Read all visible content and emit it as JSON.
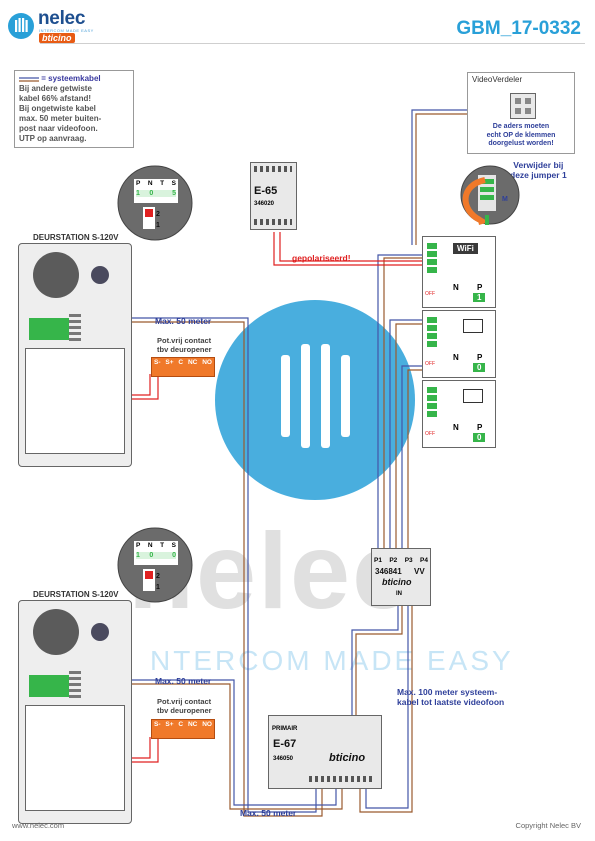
{
  "header": {
    "brand_name": "nelec",
    "brand_tagline": "INTERCOM MADE EASY",
    "brand_partner": "bticino",
    "document_number": "GBM_17-0332"
  },
  "legend": {
    "title": "= systeemkabel",
    "lines": [
      "Bij andere getwiste",
      "kabel 66% afstand!",
      "Bij ongetwiste kabel",
      "max. 50 meter buiten-",
      "post naar videofoon.",
      "UTP op aanvraag."
    ]
  },
  "video_splitter": {
    "title": "VideoVerdeler",
    "note_lines": [
      "De aders moeten",
      "echt OP de klemmen",
      "doorgelust worden!"
    ]
  },
  "jumper_note": {
    "lines": [
      "Verwijder bij",
      "deze jumper 1"
    ],
    "marker": "M"
  },
  "power_supply_e65": {
    "model": "E-65",
    "part_number": "346020"
  },
  "polarity_note": "gepolariseerd!",
  "door_station_top": {
    "title": "DEURSTATION S-120V",
    "jumper_labels": [
      "P",
      "N",
      "T",
      "S"
    ],
    "jumper_values": [
      "1",
      "0",
      "",
      "5"
    ],
    "switch_values": [
      "2",
      "1"
    ],
    "cable_note": "Max. 50 meter",
    "contact_note": [
      "Pot.vrij contact",
      "tbv deuropener"
    ],
    "relay_terminals": [
      "S-",
      "S+",
      "C",
      "NC",
      "NO"
    ]
  },
  "door_station_bottom": {
    "title": "DEURSTATION S-120V",
    "jumper_labels": [
      "P",
      "N",
      "T",
      "S"
    ],
    "jumper_values": [
      "1",
      "0",
      "",
      "0"
    ],
    "switch_values": [
      "2",
      "1"
    ],
    "cable_note": "Max. 50 meter",
    "contact_note": [
      "Pot.vrij contact",
      "tbv deuropener"
    ],
    "relay_terminals": [
      "S-",
      "S+",
      "C",
      "NC",
      "NO"
    ]
  },
  "monitors": [
    {
      "n_value": "",
      "p_value": "1",
      "badge": "WiFi",
      "off_label": "OFF"
    },
    {
      "n_value": "",
      "p_value": "0",
      "badge": "",
      "off_label": "OFF"
    },
    {
      "n_value": "",
      "p_value": "0",
      "badge": "",
      "off_label": "OFF"
    }
  ],
  "monitor_headers": [
    "N",
    "P"
  ],
  "distributor": {
    "ports": [
      "P1",
      "P2",
      "P3",
      "P4"
    ],
    "part_number": "346841",
    "suffix": "VV",
    "brand": "bticino",
    "input": "IN"
  },
  "power_supply_e67": {
    "top_label": "PRIMAIR",
    "model": "E-67",
    "part_number": "346050",
    "brand": "bticino"
  },
  "notes": {
    "max_100": [
      "Max. 100 meter systeem-",
      "kabel tot laatste videofoon"
    ],
    "bottom_max_50": "Max. 50 meter"
  },
  "watermark": {
    "big": "nelec",
    "tagline": "NTERCOM MADE EASY"
  },
  "footer": {
    "left": "www.nelec.com",
    "right": "Copyright Nelec BV"
  },
  "colors": {
    "accent_blue": "#29a0d8",
    "wire_blue": "#4456a8",
    "wire_brown": "#9a5a2e",
    "wire_red": "#e02020",
    "relay_orange": "#f0792a",
    "jumper_green": "#36b54a"
  }
}
